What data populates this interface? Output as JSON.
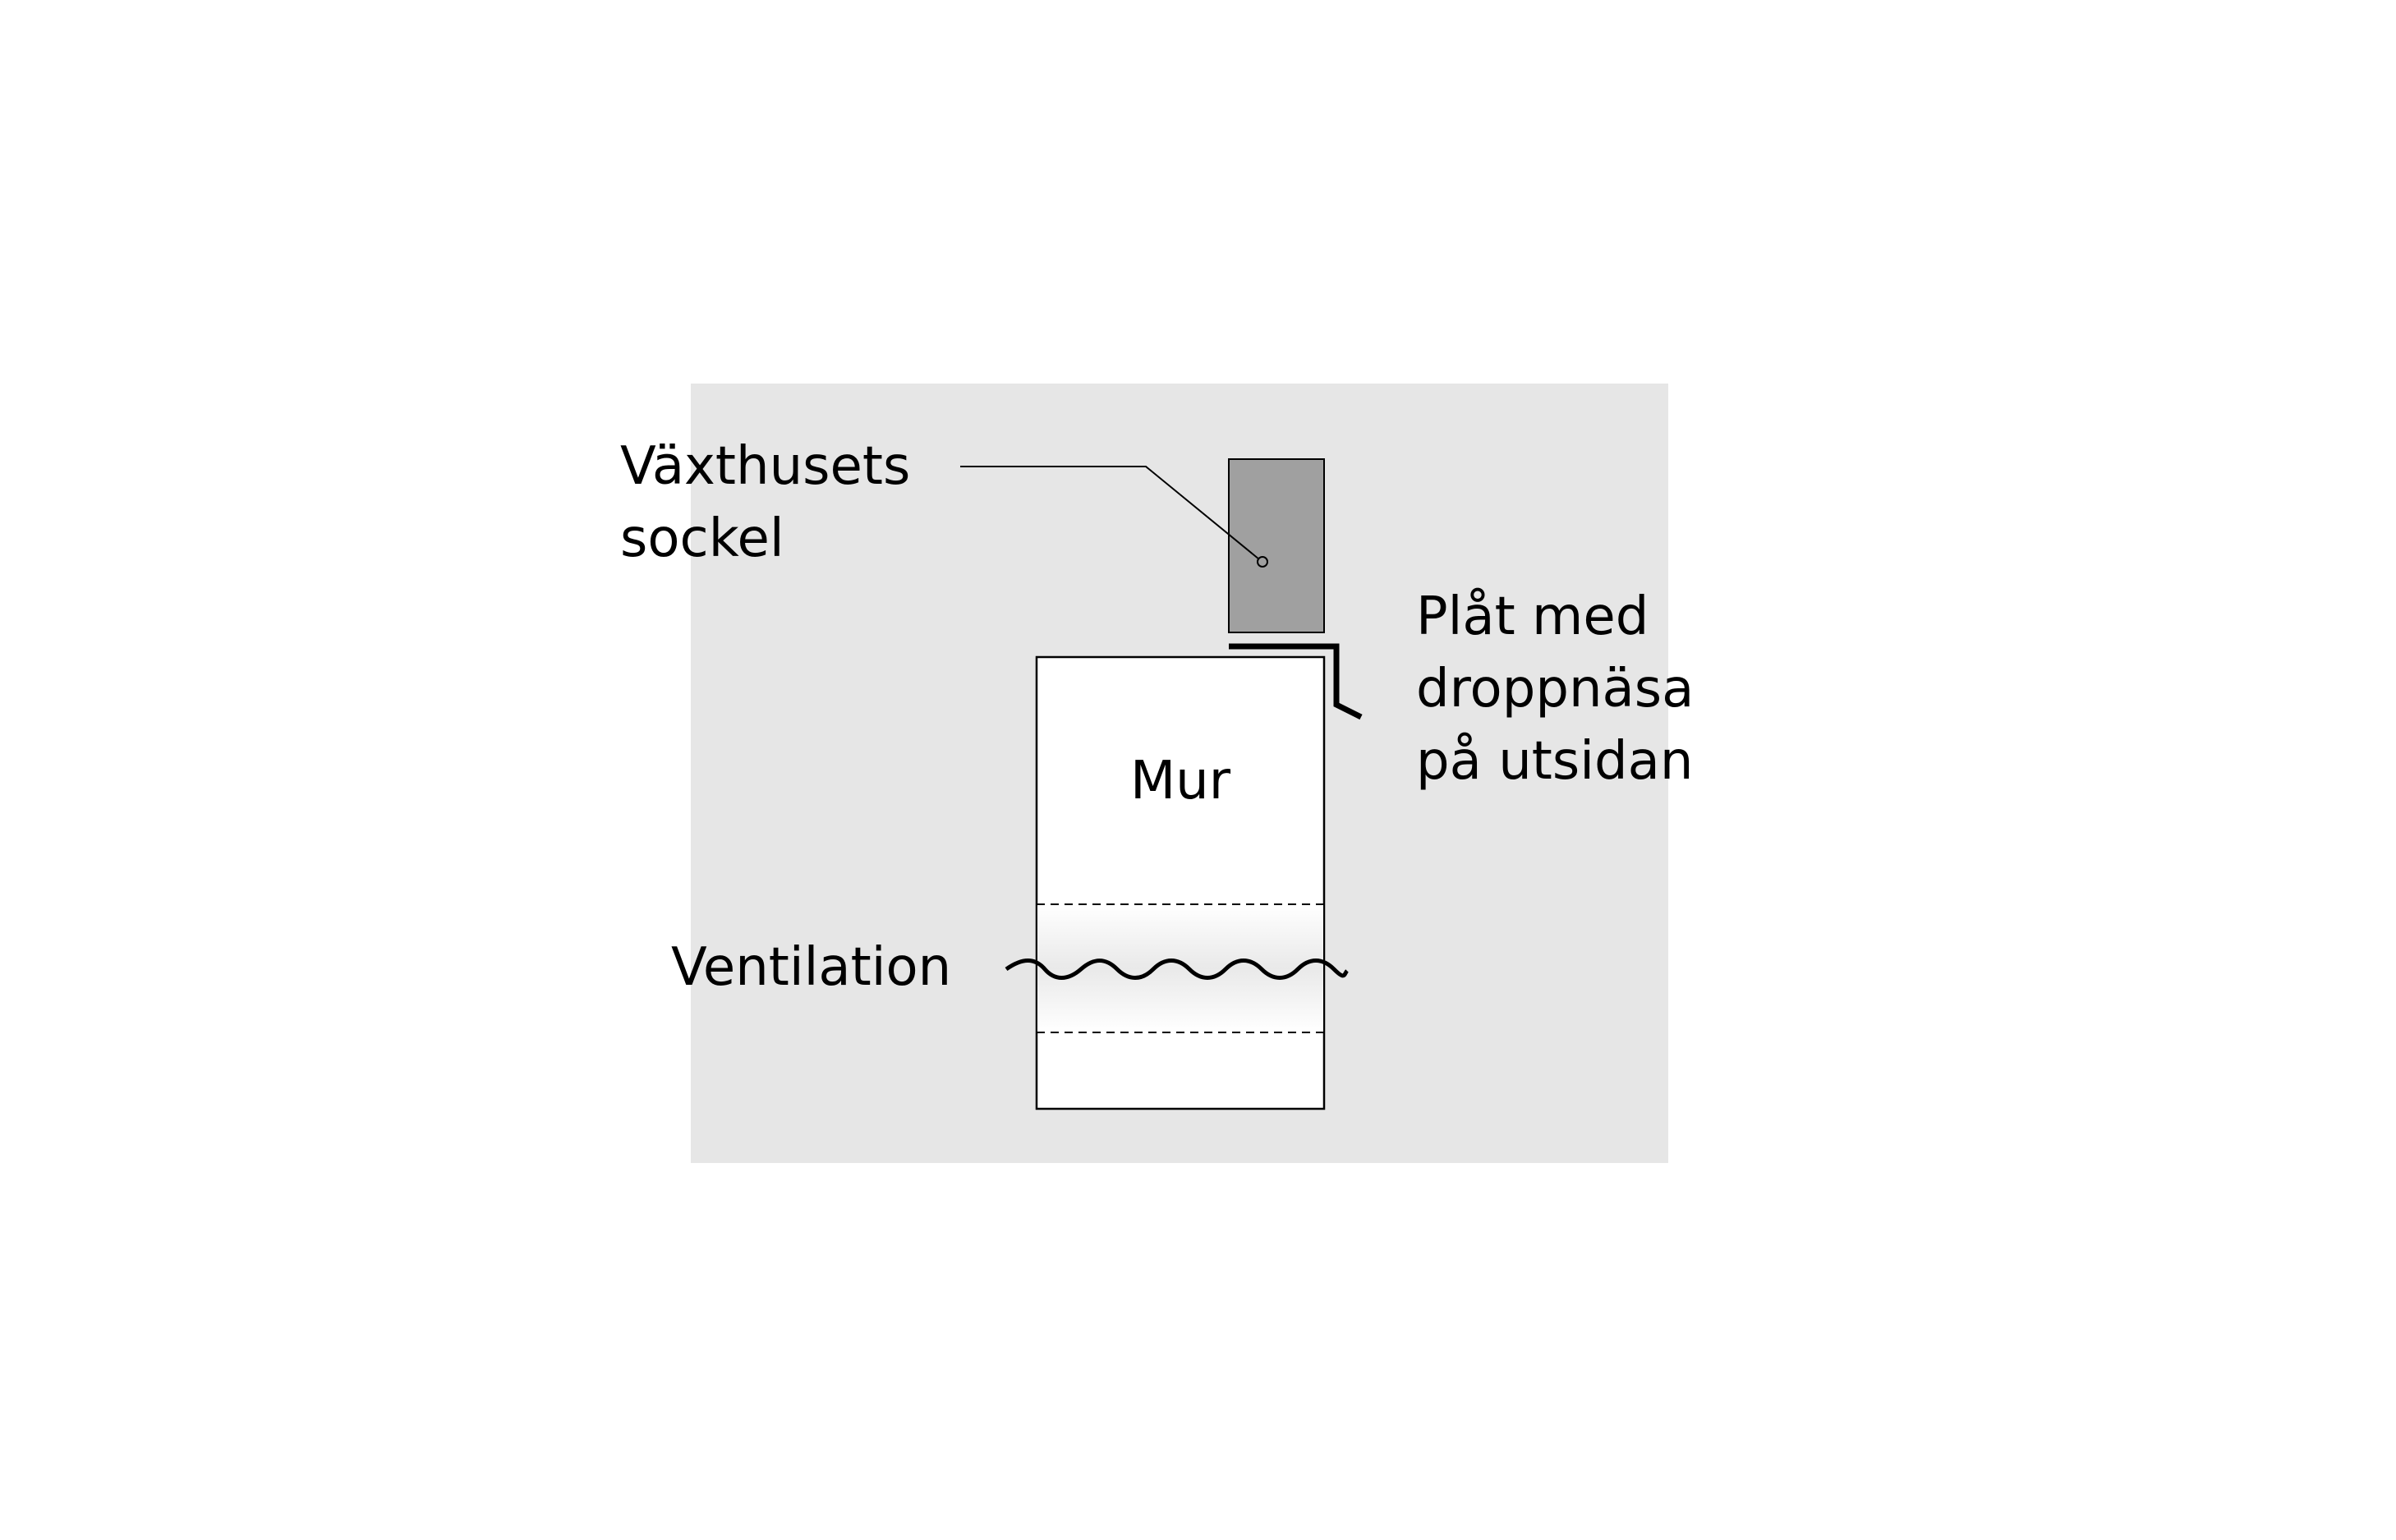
{
  "labels": {
    "sockel": [
      "Växthusets",
      "sockel"
    ],
    "plate": [
      "Plåt med",
      "droppnäsa",
      "på utsidan"
    ],
    "wall": "Mur",
    "ventilation": "Ventilation"
  },
  "colors": {
    "background_panel": "#e6e6e6",
    "sockel_fill": "#a0a0a0",
    "wall_fill": "#ffffff",
    "stroke": "#000000"
  }
}
